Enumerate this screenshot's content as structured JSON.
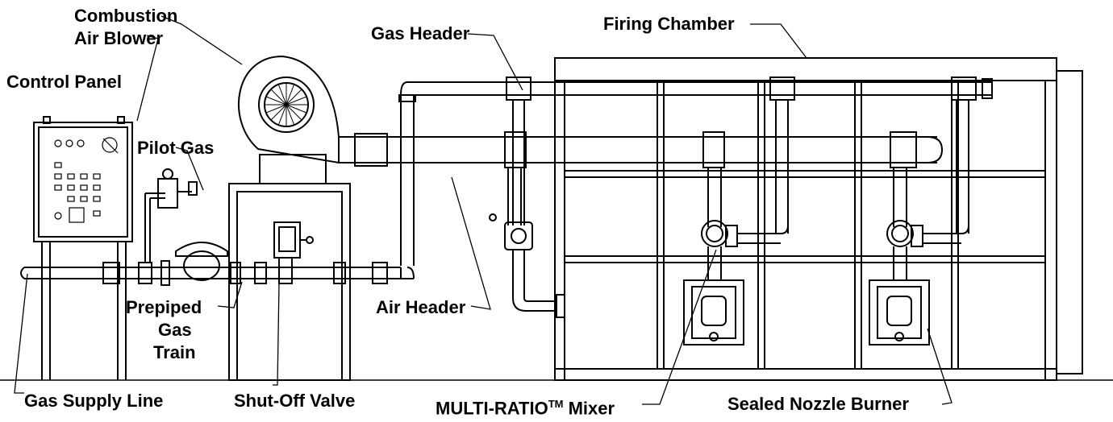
{
  "labels": {
    "combustion_air_blower_1": "Combustion",
    "combustion_air_blower_2": "Air Blower",
    "gas_header": "Gas Header",
    "firing_chamber": "Firing Chamber",
    "control_panel": "Control Panel",
    "pilot_gas": "Pilot Gas",
    "prepiped_1": "Prepiped",
    "prepiped_2": "Gas",
    "prepiped_3": "Train",
    "air_header": "Air Header",
    "gas_supply_line": "Gas Supply Line",
    "shut_off_valve": "Shut-Off Valve",
    "mixer_prefix": "MULTI-RATIO",
    "mixer_tm": "TM",
    "mixer_suffix": " Mixer",
    "sealed_nozzle_burner": "Sealed Nozzle Burner"
  },
  "colors": {
    "ink": "#000000",
    "paper": "#ffffff"
  }
}
